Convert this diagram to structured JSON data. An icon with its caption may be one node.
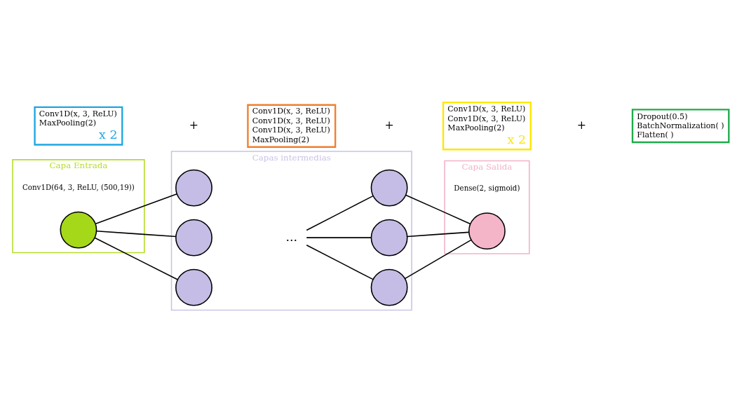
{
  "diagram": {
    "nodes": [
      {
        "text": [
          "Capa Entrada"
        ],
        "beside": [
          "Conv1D(64, 3, ReLU, (500,19))"
        ]
      },
      {
        "text": [],
        "shape": "circle",
        "in": 0
      },
      {
        "text": [
          "Capas intermedias"
        ]
      },
      {
        "text": [],
        "shape": "circle",
        "in": 2
      },
      {
        "text": [],
        "shape": "circle",
        "in": 2
      },
      {
        "text": [],
        "shape": "circle",
        "in": 2
      },
      {
        "text": [
          "..."
        ],
        "in": 2
      },
      {
        "text": [],
        "shape": "circle",
        "in": 2
      },
      {
        "text": [],
        "shape": "circle",
        "in": 2
      },
      {
        "text": [],
        "shape": "circle",
        "in": 2
      },
      {
        "text": [
          "Capa Salida"
        ],
        "beside": [
          "Dense(2, sigmoid)"
        ]
      },
      {
        "text": [],
        "shape": "circle",
        "in": 10
      },
      {
        "text": [
          "Conv1D(x, 3, ReLU)",
          "MaxPooling(2)",
          "x 2"
        ]
      },
      {
        "text": [
          "Conv1D(x, 3, ReLU)",
          "Conv1D(x, 3, ReLU)",
          "Conv1D(x, 3, ReLU)",
          "MaxPooling(2)"
        ]
      },
      {
        "text": [
          "Conv1D(x, 3, ReLU)",
          "Conv1D(x, 3, ReLU)",
          "MaxPooling(2)",
          "x 2"
        ]
      },
      {
        "text": [
          "Dropout(0.5)",
          "BatchNormalization( )",
          "Flatten( )"
        ]
      }
    ],
    "edges": [
      {
        "from": 1,
        "to": 3,
        "arrow": "none"
      },
      {
        "from": 1,
        "to": 4,
        "arrow": "none"
      },
      {
        "from": 1,
        "to": 5,
        "arrow": "none"
      },
      {
        "from": 6,
        "to": 7,
        "arrow": "none"
      },
      {
        "from": 6,
        "to": 8,
        "arrow": "none"
      },
      {
        "from": 6,
        "to": 9,
        "arrow": "none"
      },
      {
        "from": 7,
        "to": 11,
        "arrow": "none"
      },
      {
        "from": 8,
        "to": 11,
        "arrow": "none"
      },
      {
        "from": 9,
        "to": 11,
        "arrow": "none"
      }
    ],
    "labels": [
      "+",
      "+",
      "+"
    ]
  }
}
